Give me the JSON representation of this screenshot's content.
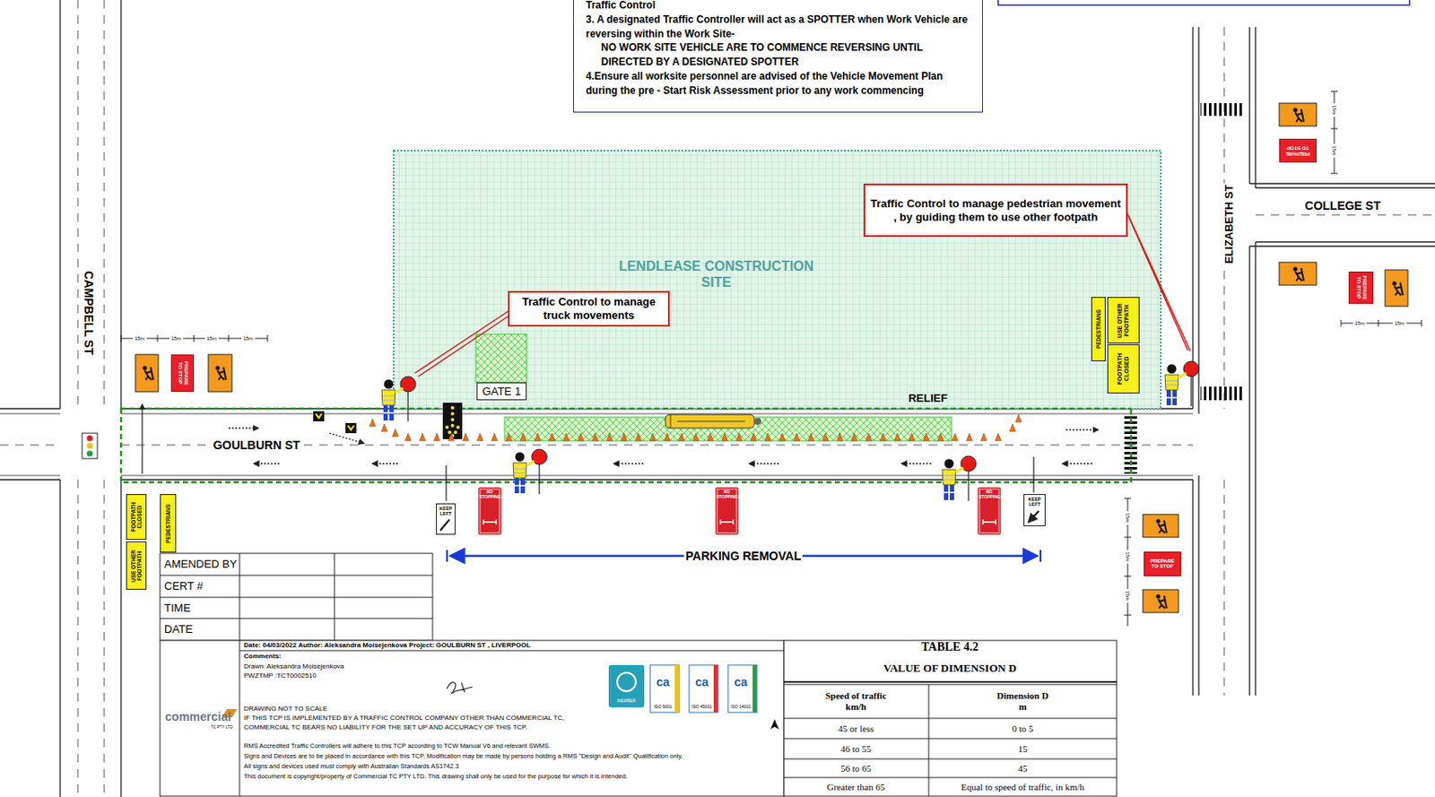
{
  "diagram": {
    "nodes": [
      {
        "text": [
          "Traffic Control",
          "3. A designated Traffic Controller will act as a SPOTTER when Work Vehicle are reversing within the Work Site-",
          "NO WORK SITE VEHICLE ARE TO COMMENCE REVERSING UNTIL DIRECTED BY A DESIGNATED SPOTTER",
          "4.Ensure all worksite personnel are advised of the Vehicle Movement Plan during the pre - Start Risk Assessment prior to any work commencing"
        ]
      },
      {
        "text": [
          "LENDLEASE CONSTRUCTION SITE"
        ]
      },
      {
        "text": [
          "Traffic Control to manage truck movements"
        ],
        "in": 1
      },
      {
        "text": [
          "Traffic Control to manage pedestrian movement , by guiding them to use other footpath"
        ],
        "in": 1
      },
      {
        "text": [
          "GATE 1"
        ],
        "in": 1
      },
      {
        "text": [
          "PEDESTRIANS"
        ],
        "in": 1
      },
      {
        "text": [
          "USE OTHER FOOTPATH"
        ],
        "in": 1
      },
      {
        "text": [
          "FOOTPATH CLOSED"
        ],
        "in": 1
      },
      {
        "text": [
          "PREPARE TO STOP"
        ]
      },
      {
        "text": [
          "PREPARE TO STOP"
        ]
      },
      {
        "text": [
          "PREPARE TO STOP"
        ]
      },
      {
        "text": [
          "FOOTPATH CLOSED"
        ]
      },
      {
        "text": [
          "USE OTHER FOOTPATH"
        ]
      },
      {
        "text": [
          "PEDESTRIANS"
        ]
      },
      {
        "text": [
          "KEEP LEFT"
        ]
      },
      {
        "text": [
          "NO STOPPING"
        ]
      },
      {
        "text": [
          "NO STOPPING"
        ]
      },
      {
        "text": [
          "NO STOPPING"
        ]
      },
      {
        "text": [
          "KEEP LEFT"
        ]
      },
      {
        "text": [
          "PREPARE TO STOP"
        ]
      }
    ],
    "labels": [
      "CAMPBELL ST",
      "GOULBURN ST",
      "ELIZABETH ST",
      "COLLEGE ST",
      "RELIEF",
      "PARKING REMOVAL",
      "15m",
      "15m",
      "15m",
      "15m",
      "15m",
      "15m",
      "15m",
      "15m",
      "15m",
      "15m",
      "15m",
      "AMENDED BY",
      "CERT #",
      "TIME",
      "DATE",
      "Date: 04/03/2022 Author: Aleksandra Moisejenkova Project: GOULBURN ST , LIVERPOOL",
      "Comments:",
      "Drawn: Aleksandra Moisejenkova",
      "PWZTMP :TCT0002510",
      "DRAWING NOT TO SCALE",
      "IF THIS TCP IS IMPLEMENTED BY A TRAFFIC CONTROL COMPANY OTHER THAN COMMERCIAL TC,",
      "COMMERCIAL TC BEARS NO LIABILITY FOR THE SET UP AND ACCURACY OF THIS TCP.",
      "RMS Accredited Traffic Controllers will adhere to this TCP according to TCW Manual V6 and relevant SWMS.",
      "Signs and Devices are to be placed in accordance with this TCP, Modification may be made by persons holding a RMS \"Design and Audit\" Qualification only.",
      "All signs and devices used must comply with Australian Standards AS1742.3",
      "This document is copyright/property of Commercial TC PTY LTD. This drawing shall only be used for the purpose for which it is intended.",
      "commercial",
      "TC PTY LTD",
      "MEMBER",
      "ISO 9001",
      "ISO 45001",
      "ISO 14001",
      "TABLE 4.2",
      "VALUE OF DIMENSION D",
      "Speed of traffic km/h",
      "Dimension D m",
      "45 or less",
      "0 to 5",
      "46 to 55",
      "15",
      "56 to 65",
      "45",
      "Greater than 65",
      "Equal to speed of traffic, in km/h",
      "ca",
      "ca",
      "ca"
    ]
  }
}
